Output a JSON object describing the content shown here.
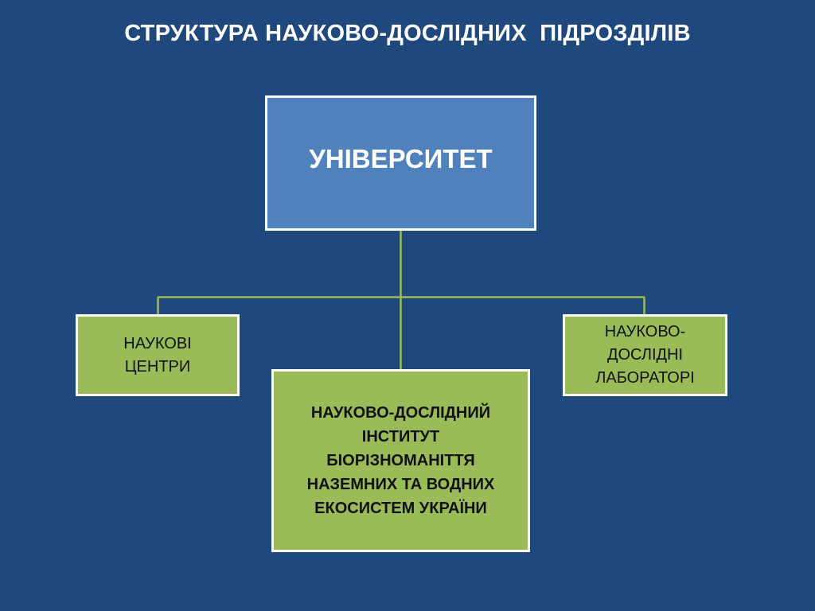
{
  "slide": {
    "title": "СТРУКТУРА НАУКОВО-ДОСЛІДНИХ  ПІДРОЗДІЛІВ"
  },
  "diagram": {
    "root": {
      "label": "УНІВЕРСИТЕТ"
    },
    "children": [
      {
        "label": "НАУКОВІ\nЦЕНТРИ"
      },
      {
        "label": "НАУКОВО-ДОСЛІДНИЙ\nІНСТИТУТ\nБІОРІЗНОМАНІТТЯ\nНАЗЕМНИХ ТА ВОДНИХ\nЕКОСИСТЕМ УКРАЇНИ"
      },
      {
        "label": "НАУКОВО-\nДОСЛІДНІ\nЛАБОРАТОРІ"
      }
    ]
  },
  "colors": {
    "background": "#1f497d",
    "root_fill": "#4f81bd",
    "child_fill": "#9bbb59",
    "connector": "#9bbb59",
    "border": "#ffffff"
  }
}
